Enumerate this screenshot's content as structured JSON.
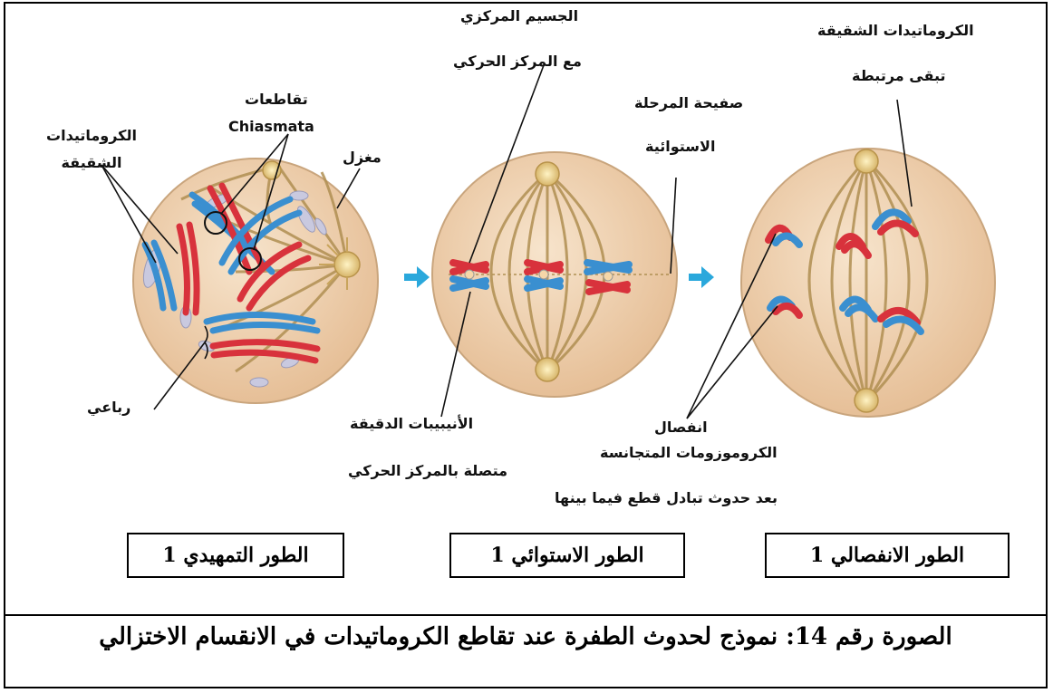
{
  "labels": {
    "sister_chromatids_left": "الكروماتيدات الشقيقة",
    "chiasmata_ar": "تقاطعات",
    "chiasmata_en": "Chiasmata",
    "spindle": "مغزل",
    "tetrad": "رباعي",
    "centrosome": "الجسيم المركزي",
    "with_kinetochore": "مع المركز الحركي",
    "metaphase_plate_1": "صفيحة المرحلة",
    "metaphase_plate_2": "الاستوائية",
    "microtubules": "الأنيبيبات الدقيقة",
    "attached_to_kinetochore": "متصلة بالمركز الحركي",
    "sister_chromatids_right": "الكروماتيدات الشقيقة",
    "remain_attached": "تبقى مرتبطة",
    "separation": "انفصال",
    "homologous_chromosomes": "الكروموزومات المتجانسة",
    "after_crossing_over": "بعد حدوث تبادل قطع فيما بينها"
  },
  "stages": {
    "prophase": "الطور التمهيدي 1",
    "metaphase": "الطور الاستوائي 1",
    "anaphase": "الطور الانفصالي 1"
  },
  "caption": "الصورة رقم 14: نموذج لحدوث الطفرة عند تقاطع الكروماتيدات في الانقسام الاختزالي",
  "colors": {
    "cell": "#f2d5b3",
    "cell_edge": "#caa07a",
    "spindle": "#b89a5c",
    "red": "#d8323c",
    "blue": "#3a8fd0",
    "arrow": "#2aa8dc"
  }
}
